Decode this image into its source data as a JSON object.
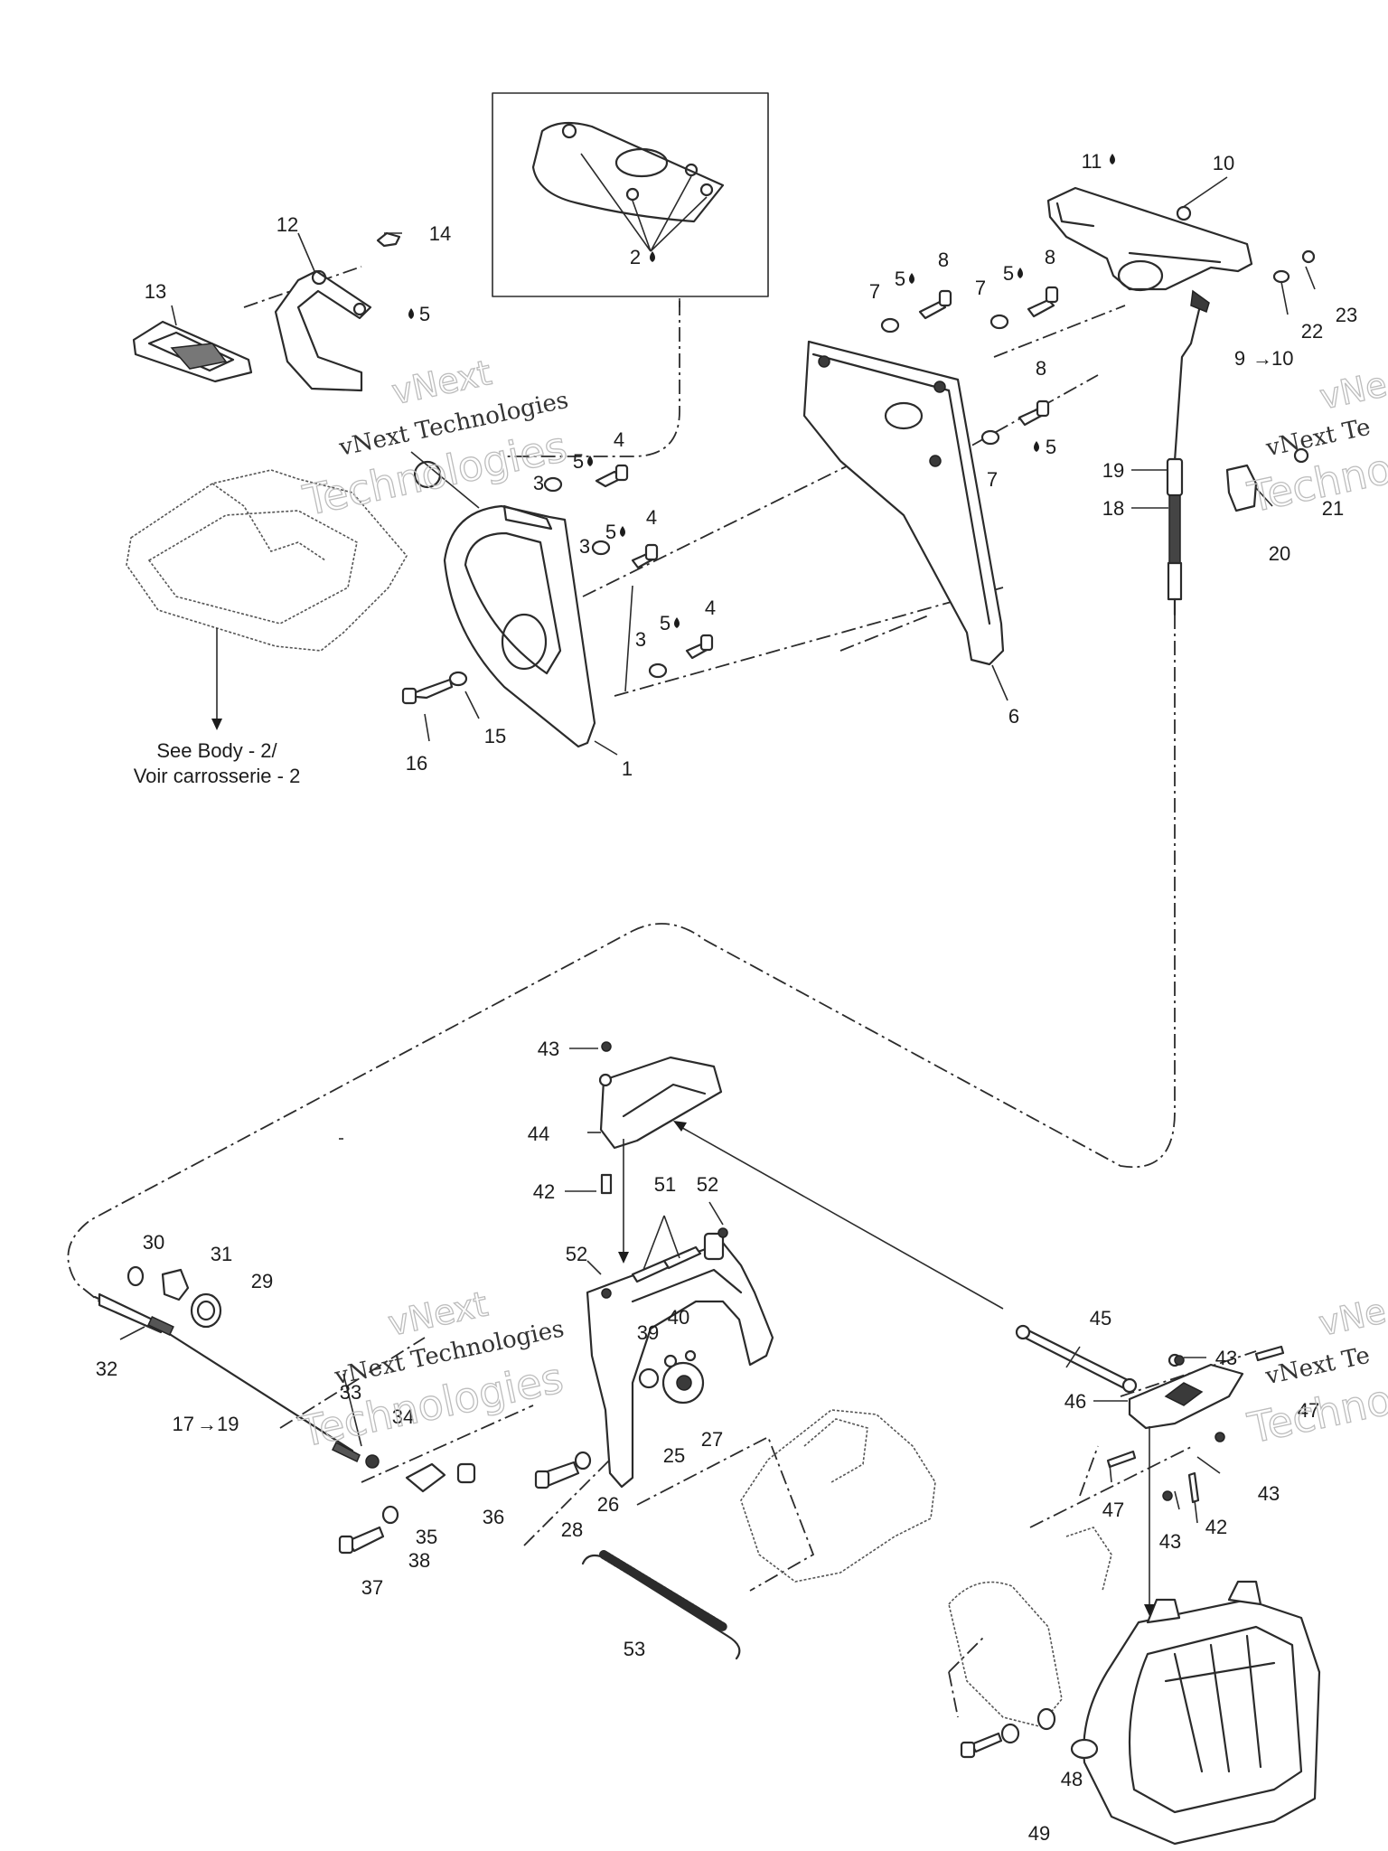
{
  "diagram": {
    "callouts": {
      "c1": "1",
      "c2": "2",
      "c3a": "3",
      "c3b": "3",
      "c3c": "3",
      "c4a": "4",
      "c4b": "4",
      "c4c": "4",
      "c5a": "5",
      "c5b": "5",
      "c5c": "5",
      "c5d": "5",
      "c5e": "5",
      "c5f": "5",
      "c5g": "5",
      "c6": "6",
      "c7a": "7",
      "c7b": "7",
      "c7c": "7",
      "c8a": "8",
      "c8b": "8",
      "c8c": "8",
      "c9": "9",
      "c10a": "10",
      "c10b": "10",
      "c11": "11",
      "c12": "12",
      "c13": "13",
      "c14": "14",
      "c15": "15",
      "c16": "16",
      "c17": "17",
      "c19a": "19",
      "c18": "18",
      "c19b": "19",
      "c20": "20",
      "c21": "21",
      "c22": "22",
      "c23": "23",
      "c25": "25",
      "c26": "26",
      "c27": "27",
      "c28": "28",
      "c29": "29",
      "c30": "30",
      "c31": "31",
      "c32": "32",
      "c33": "33",
      "c34": "34",
      "c35": "35",
      "c36": "36",
      "c37": "37",
      "c38": "38",
      "c39": "39",
      "c40": "40",
      "c42a": "42",
      "c42b": "42",
      "c43a": "43",
      "c43b": "43",
      "c43c": "43",
      "c43d": "43",
      "c44": "44",
      "c45": "45",
      "c46": "46",
      "c47a": "47",
      "c47b": "47",
      "c48": "48",
      "c49": "49",
      "c51": "51",
      "c52a": "52",
      "c52b": "52",
      "c53": "53"
    },
    "arrow_symbol": "→",
    "notes": {
      "see_body_line1": "See Body - 2/",
      "see_body_line2": "Voir carrosserie - 2"
    },
    "watermark": {
      "line1": "vNext",
      "line2": "vNext Technologies",
      "line3": "Technologies",
      "edge_line1": "vNe",
      "edge_line2": "vNext Te",
      "edge_line3": "Techno"
    }
  }
}
